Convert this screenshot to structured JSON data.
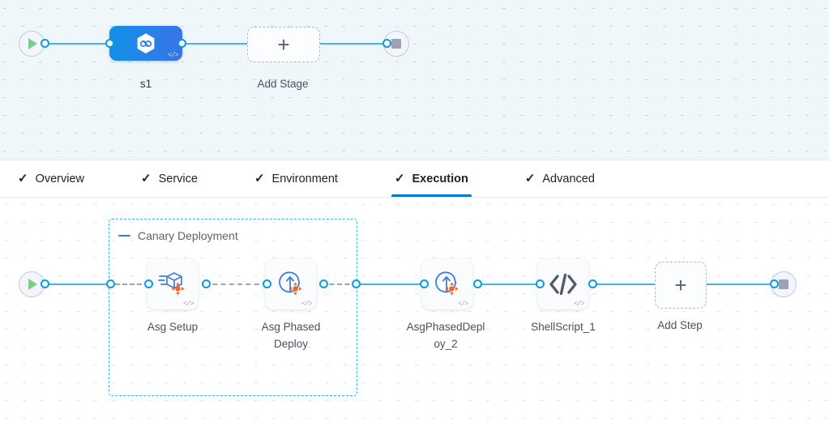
{
  "stage_canvas": {
    "start_node": {
      "name": "pipeline-start",
      "icon": "play-icon"
    },
    "end_node": {
      "name": "pipeline-end",
      "icon": "stop-icon"
    },
    "stage": {
      "label": "s1",
      "icon": "harness-cd-hexagon-icon",
      "badge": "</>",
      "color": "#2a7fe8"
    },
    "add_stage": {
      "label": "Add Stage",
      "icon": "plus-icon"
    }
  },
  "tabbar": {
    "tabs": [
      {
        "label": "Overview",
        "tick": "✓",
        "active": false
      },
      {
        "label": "Service",
        "tick": "✓",
        "active": false
      },
      {
        "label": "Environment",
        "tick": "✓",
        "active": false
      },
      {
        "label": "Execution",
        "tick": "✓",
        "active": true
      },
      {
        "label": "Advanced",
        "tick": "✓",
        "active": false
      }
    ],
    "active_color": "#0278d5"
  },
  "steps_canvas": {
    "start_node": {
      "name": "execution-start",
      "icon": "play-icon"
    },
    "end_node": {
      "name": "execution-end",
      "icon": "stop-icon"
    },
    "group": {
      "title": "Canary Deployment",
      "collapse_icon": "minus-icon",
      "border_color": "#3bb6e8"
    },
    "steps": [
      {
        "label": "Asg Setup",
        "icon": "asg-setup-package-icon",
        "badge": "</>",
        "in_group": true
      },
      {
        "label": "Asg Phased\nDeploy",
        "icon": "asg-phased-deploy-icon",
        "badge": "</>",
        "in_group": true
      },
      {
        "label": "AsgPhasedDepl\noy_2",
        "icon": "asg-phased-deploy-icon",
        "badge": "</>",
        "in_group": false
      },
      {
        "label": "ShellScript_1",
        "icon": "shell-script-code-icon",
        "badge": "</>",
        "in_group": false
      }
    ],
    "add_step": {
      "label": "Add Step",
      "icon": "plus-icon"
    }
  }
}
